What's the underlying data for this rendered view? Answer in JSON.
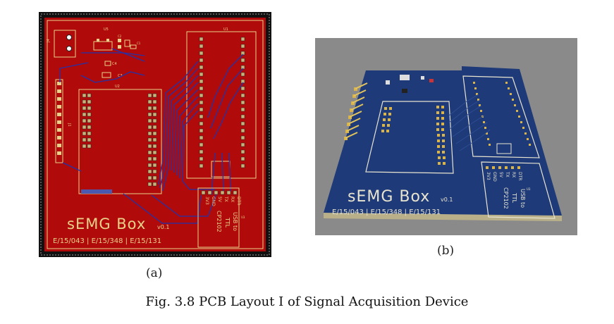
{
  "figure": {
    "caption": "Fig. 3.8 PCB Layout I of Signal Acquisition Device",
    "panel_a": {
      "label": "(a)",
      "title": "sEMG Box",
      "version": "v0.1",
      "ids": "E/15/043 | E/15/348 | E/15/131",
      "designators": {
        "u5": "U5",
        "u4": "U4",
        "u1": "U1",
        "u2": "U2",
        "u3": "U3",
        "j1": "J1",
        "c3": "C3",
        "c4": "C4"
      },
      "module_pins": [
        "DTR",
        "RX",
        "TX",
        "5V",
        "GND",
        "3V3"
      ],
      "module_text": [
        "USB to",
        "TTL",
        "CP2102"
      ]
    },
    "panel_b": {
      "label": "(b)",
      "title": "sEMG Box",
      "version": "v0.1",
      "ids": "E/15/043 | E/15/348 | E/15/131",
      "module_pins": [
        "DTR",
        "RX",
        "TX",
        "5V",
        "GND",
        "3V3"
      ],
      "module_text": [
        "USB to",
        "TTL",
        "CP2102"
      ],
      "designator": "U3"
    },
    "colors": {
      "board_red": "#b00a0a",
      "board_blue": "#1e3a78",
      "silk_yellow": "#e8d28a",
      "trace_blue": "#2233aa",
      "render_bg": "#8a8a8a"
    }
  }
}
